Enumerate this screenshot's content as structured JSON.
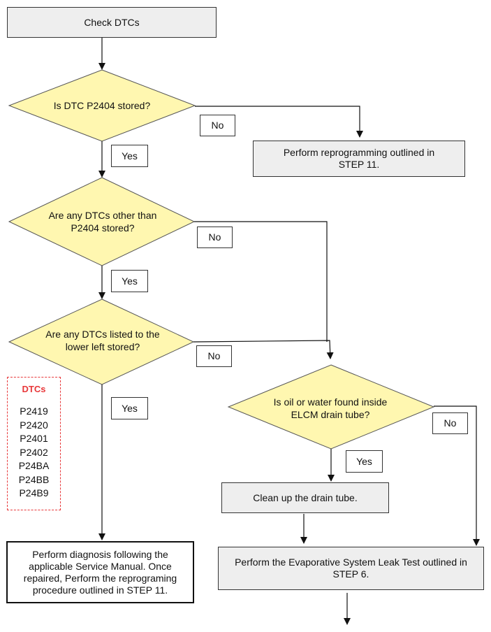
{
  "nodes": {
    "check_dtcs": "Check DTCs",
    "q_p2404": "Is DTC P2404 stored?",
    "reprogram": "Perform reprogramming outlined in STEP 11.",
    "q_other_dtcs": "Are any DTCs other than P2404 stored?",
    "q_listed_dtcs": "Are any DTCs listed to the lower left stored?",
    "q_oil_water": "Is oil or water found inside ELCM drain tube?",
    "clean_tube": "Clean up the drain tube.",
    "perform_diagnosis": "Perform diagnosis following the applicable Service Manual. Once repaired, Perform the reprograming procedure outlined in STEP 11.",
    "leak_test": "Perform the Evaporative System Leak Test outlined in STEP 6."
  },
  "labels": {
    "no1": "No",
    "yes1": "Yes",
    "no2": "No",
    "yes2": "Yes",
    "no3": "No",
    "yes3": "Yes",
    "no4": "No",
    "yes4": "Yes"
  },
  "dtc_box": {
    "title": "DTCs",
    "codes": [
      "P2419",
      "P2420",
      "P2401",
      "P2402",
      "P24BA",
      "P24BB",
      "P24B9"
    ]
  },
  "colors": {
    "decision_fill": "#fff7b0",
    "process_fill": "#eeeeee",
    "dtc_accent": "#e8383a"
  }
}
